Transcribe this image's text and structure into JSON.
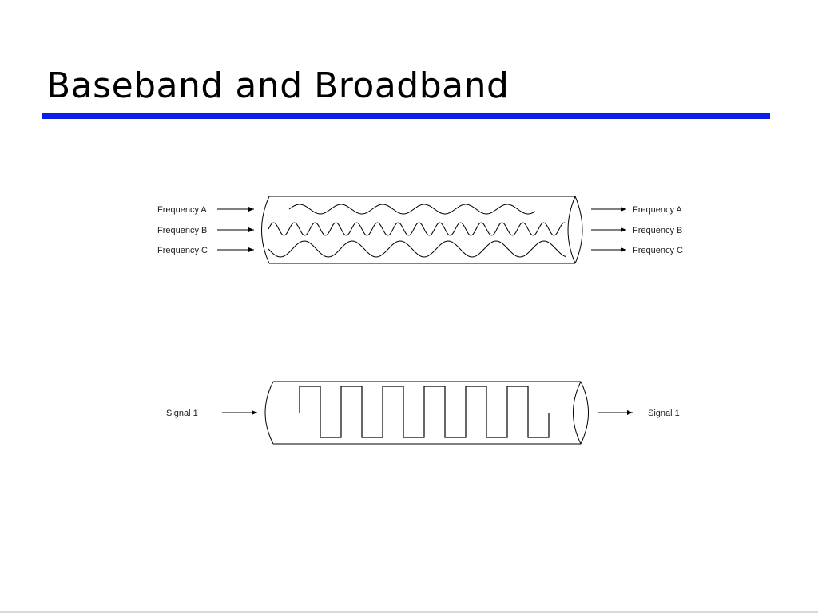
{
  "slide": {
    "title": "Baseband and Broadband",
    "accent_color": "#0a1ee8"
  },
  "broadband": {
    "inputs": [
      "Frequency A",
      "Frequency B",
      "Frequency C"
    ],
    "outputs": [
      "Frequency A",
      "Frequency B",
      "Frequency C"
    ]
  },
  "baseband": {
    "input": "Signal 1",
    "output": "Signal 1"
  }
}
